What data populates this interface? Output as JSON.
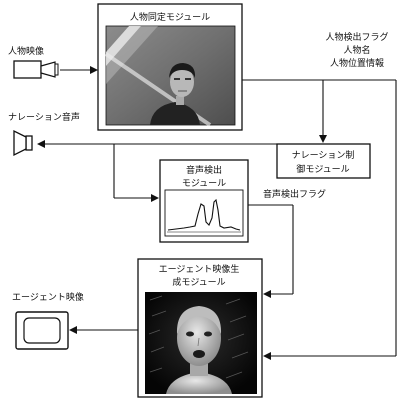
{
  "diagram": {
    "person_id_module": {
      "label": "人物同定モジュール"
    },
    "person_video_label": "人物映像",
    "output_labels": {
      "line1": "人物検出フラグ",
      "line2": "人物名",
      "line3": "人物位置情報"
    },
    "narration_audio_label": "ナレーション音声",
    "narration_module": {
      "line1": "ナレーション制",
      "line2": "御モジュール"
    },
    "audio_detection_module": {
      "line1": "音声検出",
      "line2": "モジュール"
    },
    "audio_detection_flag_label": "音声検出フラグ",
    "agent_video_module": {
      "line1": "エージェント映像生",
      "line2": "成モジュール"
    },
    "agent_video_label": "エージェント映像"
  },
  "colors": {
    "line": "#111111",
    "background": "#ffffff"
  }
}
